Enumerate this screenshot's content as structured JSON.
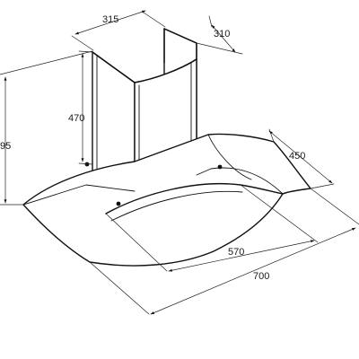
{
  "dimensions": {
    "chimney_depth": "315",
    "chimney_width": "310",
    "chimney_height": "470",
    "total_height": "95",
    "glass_depth": "450",
    "body_width": "570",
    "total_width": "700"
  }
}
